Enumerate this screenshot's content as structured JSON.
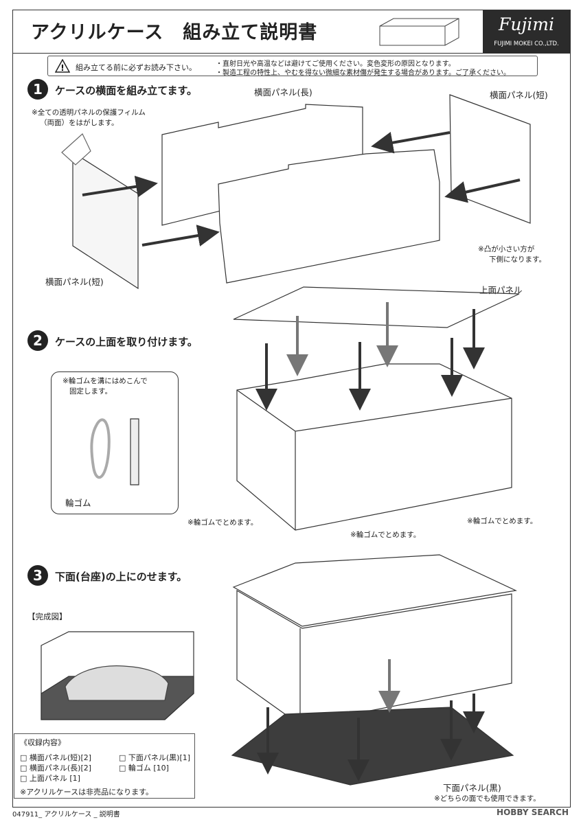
{
  "header": {
    "title": "アクリルケース　組み立て説明書",
    "brand_logo": "Fujimi",
    "brand_sub": "FUJIMI MOKEI CO.,LTD."
  },
  "warning": {
    "lead": "組み立てる前に必ずお読み下さい。",
    "lines": [
      "・直射日光や高温などは避けてご使用ください。変色変形の原因となります。",
      "・製造工程の特性上、やむを得ない微細な素材傷が発生する場合があります。ご了承ください。"
    ]
  },
  "step1": {
    "number": "1",
    "title": "ケースの横面を組み立てます。",
    "film_note": [
      "※全ての透明パネルの保護フィルム",
      "（両面）をはがします。"
    ],
    "label_long": "横面パネル(長)",
    "label_short_right": "横面パネル(短)",
    "label_short_left": "横面パネル(短)",
    "bump_note": [
      "※凸が小さい方が",
      "下側になります。"
    ]
  },
  "step2": {
    "number": "2",
    "title": "ケースの上面を取り付けます。",
    "top_panel": "上面パネル",
    "inset_note": [
      "※輪ゴムを溝にはめこんで",
      "固定します。"
    ],
    "rubber_label": "輪ゴム",
    "rubber_note_left": "※輪ゴムでとめます。",
    "rubber_note_right": "※輪ゴムでとめます。"
  },
  "step3": {
    "number": "3",
    "title": "下面(台座)の上にのせます。",
    "rubber_note_top": "※輪ゴムでとめます。",
    "completed_label": "【完成図】",
    "bottom_panel": "下面パネル(黒)",
    "bottom_note": "※どちらの面でも使用できます。"
  },
  "contents": {
    "heading": "《収録内容》",
    "items": [
      "□ 横面パネル(短)[2]",
      "□ 下面パネル(黒)[1]",
      "□ 横面パネル(長)[2]",
      "□ 輪ゴム [10]",
      "□ 上面パネル [1]"
    ],
    "footnote": "※アクリルケースは非売品になります。"
  },
  "footer": "047911_ アクリルケース _ 説明書",
  "watermark": "HOBBY SEARCH",
  "colors": {
    "ink": "#222222",
    "arrow": "#3a3a3a",
    "base": "#3d3d3d",
    "brand_bg": "#2b2b2b"
  },
  "icons": [
    "warning-icon",
    "arrow-icon",
    "rubber-band-icon",
    "car-model-icon"
  ]
}
